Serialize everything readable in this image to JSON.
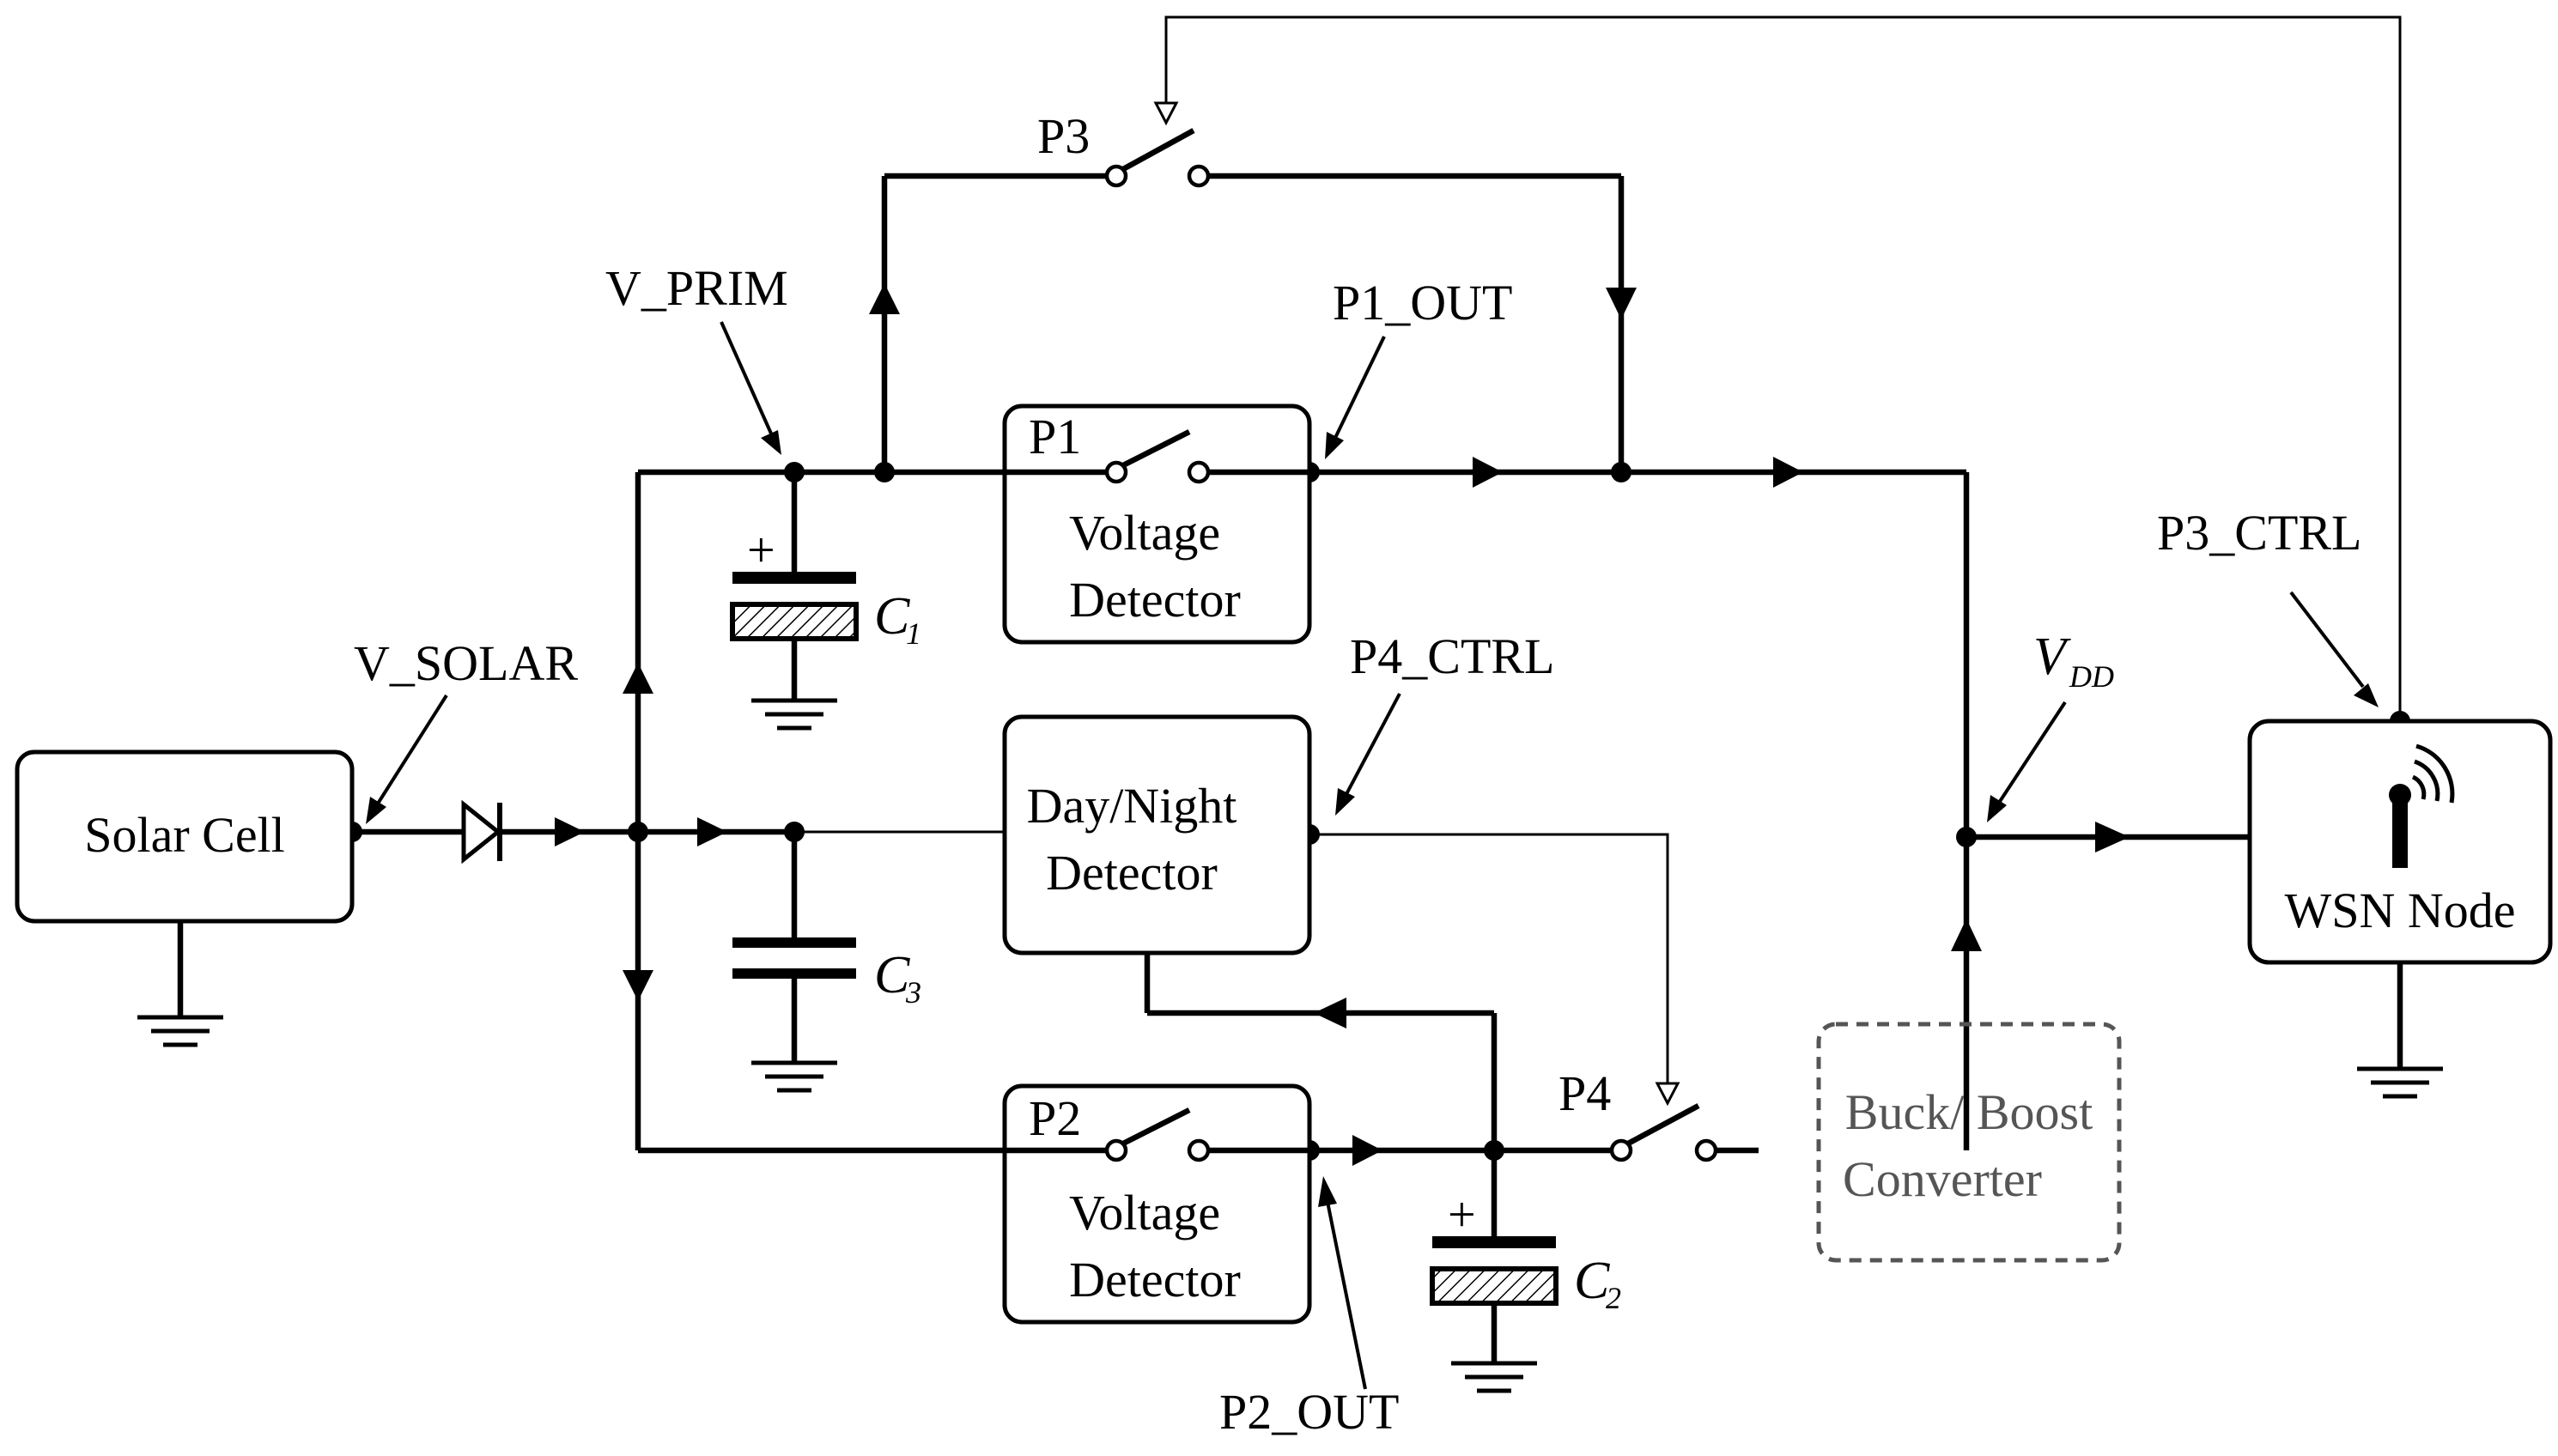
{
  "blocks": {
    "solar_cell": "Solar Cell",
    "p1_detector_tag": "P1",
    "p1_detector_line1": "Voltage",
    "p1_detector_line2": "Detector",
    "p2_detector_tag": "P2",
    "p2_detector_line1": "Voltage",
    "p2_detector_line2": "Detector",
    "day_night_line1": "Day/Night",
    "day_night_line2": "Detector",
    "converter_line1": "Buck/ Boost",
    "converter_line2": "Converter",
    "wsn_node": "WSN Node"
  },
  "signals": {
    "v_solar": "V_SOLAR",
    "v_prim": "V_PRIM",
    "p1_out": "P1_OUT",
    "p2_out": "P2_OUT",
    "p3_ctrl": "P3_CTRL",
    "p4_ctrl": "P4_CTRL",
    "vdd_main": "V",
    "vdd_sub": "DD"
  },
  "switches": {
    "p3": "P3",
    "p4": "P4"
  },
  "capacitors": {
    "c1_main": "C",
    "c1_sub": "1",
    "c2_main": "C",
    "c2_sub": "2",
    "c3_main": "C",
    "c3_sub": "3",
    "plus": "+"
  }
}
